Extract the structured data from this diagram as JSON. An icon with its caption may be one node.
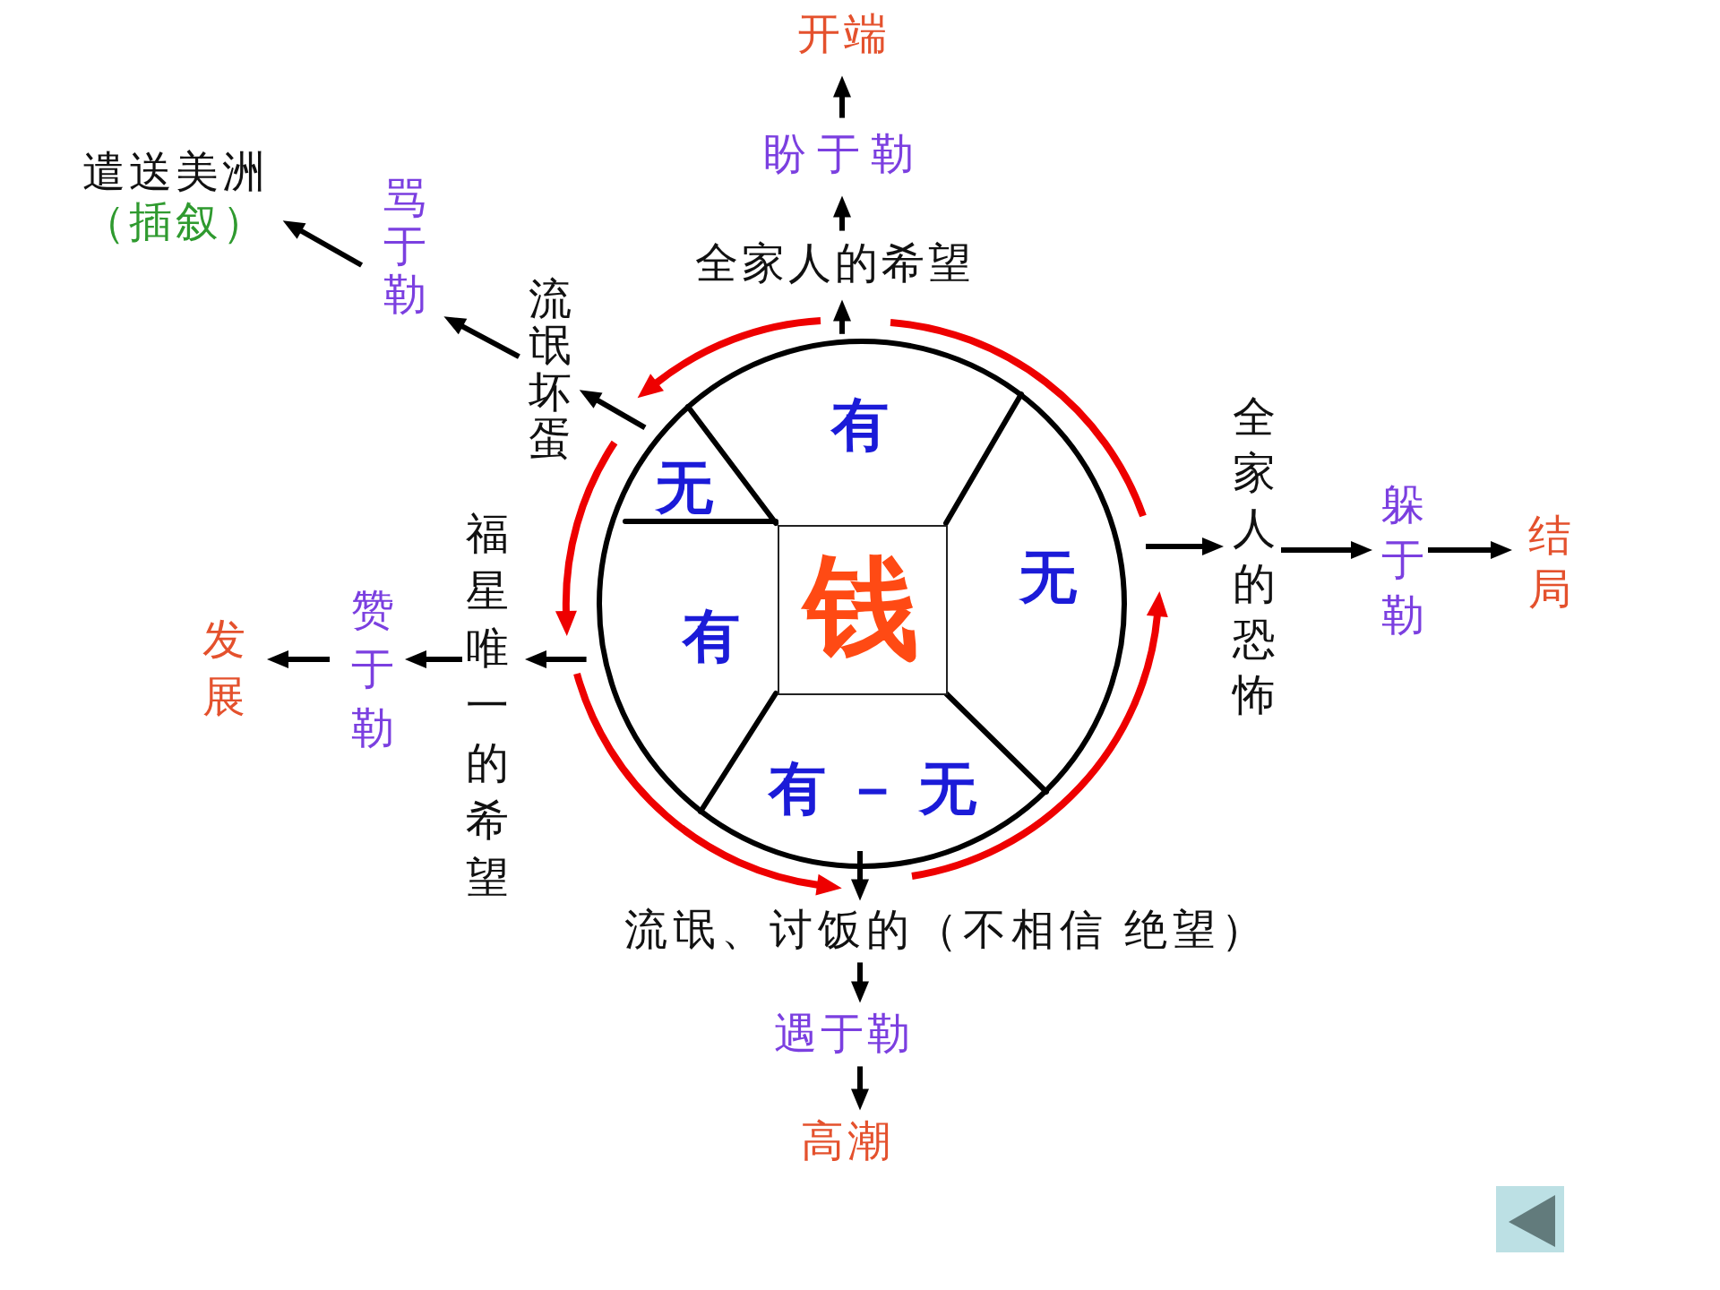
{
  "diagram": {
    "nodes": [
      {
        "text": [
          "开端"
        ]
      },
      {
        "text": [
          "盼于勒"
        ]
      },
      {
        "text": [
          "全家人的希望"
        ]
      },
      {
        "text": [
          "遣送美洲",
          "（插叙）"
        ]
      },
      {
        "text": [
          "骂于勒"
        ]
      },
      {
        "text": [
          "流氓坏蛋"
        ]
      },
      {
        "text": [],
        "shape": "circle"
      },
      {
        "text": [
          "有"
        ],
        "in": 6
      },
      {
        "text": [
          "无"
        ],
        "in": 6
      },
      {
        "text": [
          "钱"
        ],
        "in": 6
      },
      {
        "text": [
          "无"
        ],
        "in": 6
      },
      {
        "text": [
          "有"
        ],
        "in": 6
      },
      {
        "text": [
          "有－无"
        ],
        "in": 6
      },
      {
        "text": [
          "全家人的恐怖"
        ]
      },
      {
        "text": [
          "躲于勒"
        ]
      },
      {
        "text": [
          "结局"
        ]
      },
      {
        "text": [
          "福星唯一的希望"
        ]
      },
      {
        "text": [
          "赞于勒"
        ]
      },
      {
        "text": [
          "发展"
        ]
      },
      {
        "text": [
          "流氓、讨饭的（不相信 绝望）"
        ]
      },
      {
        "text": [
          "遇于勒"
        ]
      },
      {
        "text": [
          "高潮"
        ]
      }
    ],
    "edges": [
      {
        "from": 6,
        "to": 2,
        "arrow": "to"
      },
      {
        "from": 2,
        "to": 1,
        "arrow": "to"
      },
      {
        "from": 1,
        "to": 0,
        "arrow": "to"
      },
      {
        "from": 6,
        "to": 5,
        "arrow": "to"
      },
      {
        "from": 5,
        "to": 4,
        "arrow": "to"
      },
      {
        "from": 4,
        "to": 3,
        "arrow": "to"
      },
      {
        "from": 6,
        "to": 16,
        "arrow": "to"
      },
      {
        "from": 16,
        "to": 17,
        "arrow": "to"
      },
      {
        "from": 17,
        "to": 18,
        "arrow": "to"
      },
      {
        "from": 6,
        "to": 19,
        "arrow": "to"
      },
      {
        "from": 19,
        "to": 20,
        "arrow": "to"
      },
      {
        "from": 20,
        "to": 21,
        "arrow": "to"
      },
      {
        "from": 6,
        "to": 13,
        "arrow": "to"
      },
      {
        "from": 13,
        "to": 14,
        "arrow": "to"
      },
      {
        "from": 14,
        "to": 15,
        "arrow": "to"
      }
    ]
  }
}
